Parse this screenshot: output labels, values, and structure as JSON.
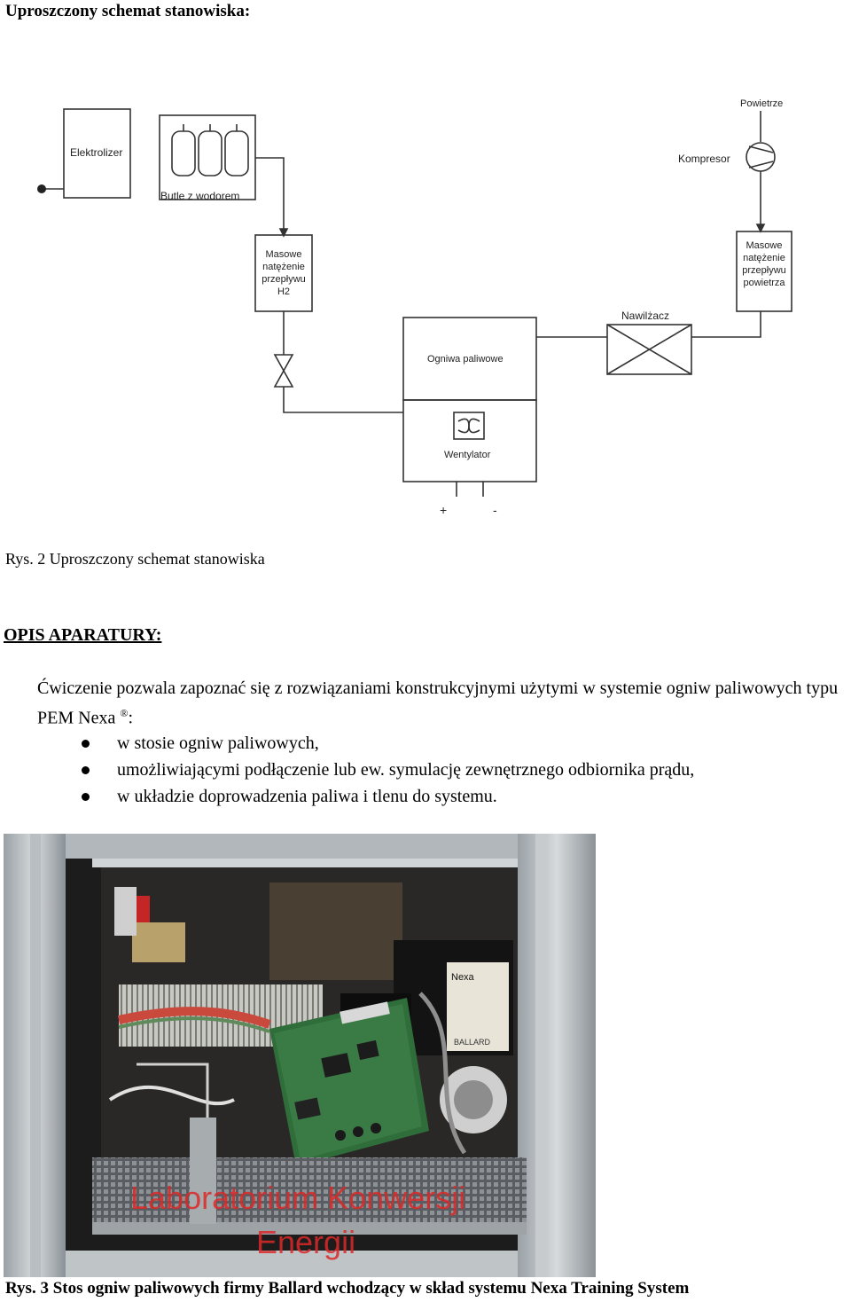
{
  "heading": "Uproszczony schemat stanowiska:",
  "diagram": {
    "elektrolizer": "Elektrolizer",
    "butle": "Butle z wodorem",
    "powietrze": "Powietrze",
    "kompresor": "Kompresor",
    "masowe_h2": [
      "Masowe",
      "natężenie",
      "przepływu",
      "H2"
    ],
    "masowe_pow": [
      "Masowe",
      "natężenie",
      "przepływu",
      "powietrza"
    ],
    "nawilzacz": "Nawilżacz",
    "ogniwa": "Ogniwa paliwowe",
    "wentylator": "Wentylator",
    "plus": "+",
    "minus": "-"
  },
  "caption1": "Rys. 2 Uproszczony schemat stanowiska",
  "section_title": "OPIS APARATURY:",
  "paragraph_main": "Ćwiczenie pozwala zapoznać się z rozwiązaniami konstrukcyjnymi użytymi w systemie ogniw paliwowych typu PEM Nexa",
  "paragraph_reg": "®",
  "paragraph_end": ":",
  "bullets": [
    "w stosie ogniw paliwowych,",
    "umożliwiającymi podłączenie lub ew. symulację zewnętrznego odbiornika prądu,",
    "w układzie doprowadzenia paliwa i tlenu do systemu."
  ],
  "photo": {
    "watermark_line1": "Laboratorium Konwersji",
    "watermark_line2": "Energii",
    "nexa_label": "Nexa",
    "ballard_label": "BALLARD"
  },
  "caption2": "Rys. 3 Stos ogniw paliwowych firmy Ballard wchodzący w skład systemu Nexa Training System"
}
